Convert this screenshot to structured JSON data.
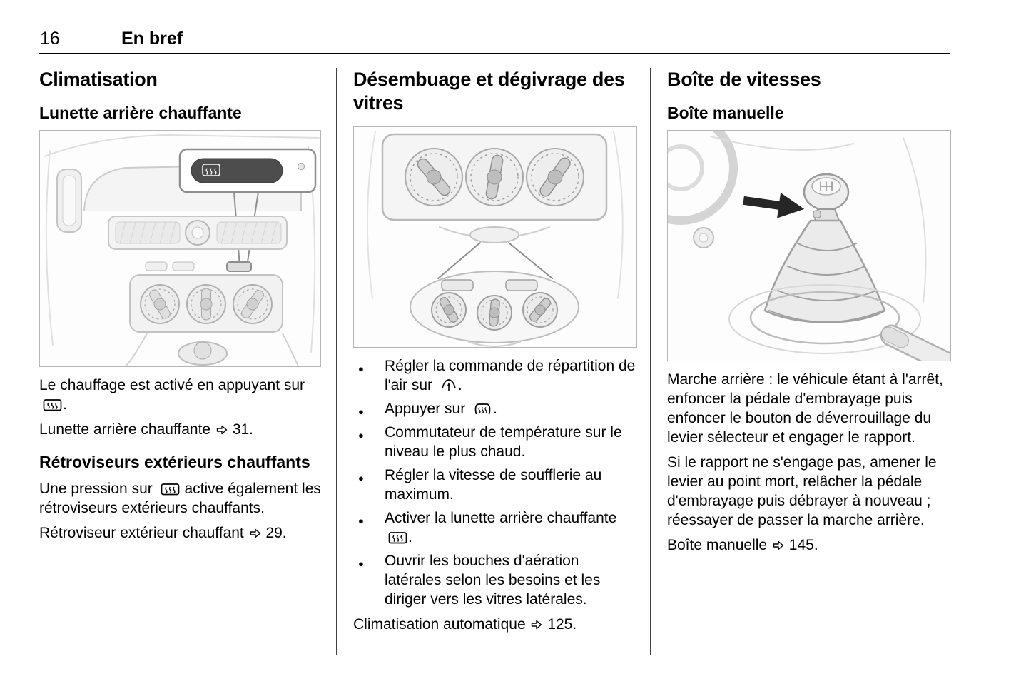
{
  "page": {
    "number": "16",
    "section_title": "En bref"
  },
  "col1": {
    "heading": "Climatisation",
    "subheading1": "Lunette arrière chauffante",
    "para1": {
      "pre": "Le chauffage est activé en appuyant sur",
      "post": "."
    },
    "para2": {
      "text": "Lunette arrière chauffante",
      "ref": "31."
    },
    "subheading2": "Rétroviseurs extérieurs chauffants",
    "para3": {
      "pre": "Une pression sur",
      "post": "active également les rétroviseurs extérieurs chauffants."
    },
    "para4": {
      "text": "Rétroviseur extérieur chauffant",
      "ref": "29."
    }
  },
  "col2": {
    "heading": "Désembuage et dégivrage des vitres",
    "bullets": [
      {
        "pre": "Régler la commande de répartition de l'air sur",
        "icon": "air-distribution-windshield-icon",
        "post": "."
      },
      {
        "pre": "Appuyer sur",
        "icon": "windshield-defrost-icon",
        "post": "."
      },
      {
        "text": "Commutateur de température sur le niveau le plus chaud."
      },
      {
        "text": "Régler la vitesse de soufflerie au maximum."
      },
      {
        "pre": "Activer la lunette arrière chauffante",
        "icon": "rear-window-heating-icon",
        "post": "."
      },
      {
        "text": "Ouvrir les bouches d'aération latérales selon les besoins et les diriger vers les vitres latérales."
      }
    ],
    "para_auto": {
      "text": "Climatisation automatique",
      "ref": "125."
    }
  },
  "col3": {
    "heading": "Boîte de vitesses",
    "subheading": "Boîte manuelle",
    "para1": "Marche arrière : le véhicule étant à l'arrêt, enfoncer la pédale d'embrayage puis enfoncer le bouton de déverrouillage du levier sélecteur et engager le rapport.",
    "para2": "Si le rapport ne s'engage pas, amener le levier au point mort, relâcher la pédale d'embrayage puis débrayer à nouveau ; réessayer de passer la marche arrière.",
    "para3": {
      "text": "Boîte manuelle",
      "ref": "145."
    }
  }
}
